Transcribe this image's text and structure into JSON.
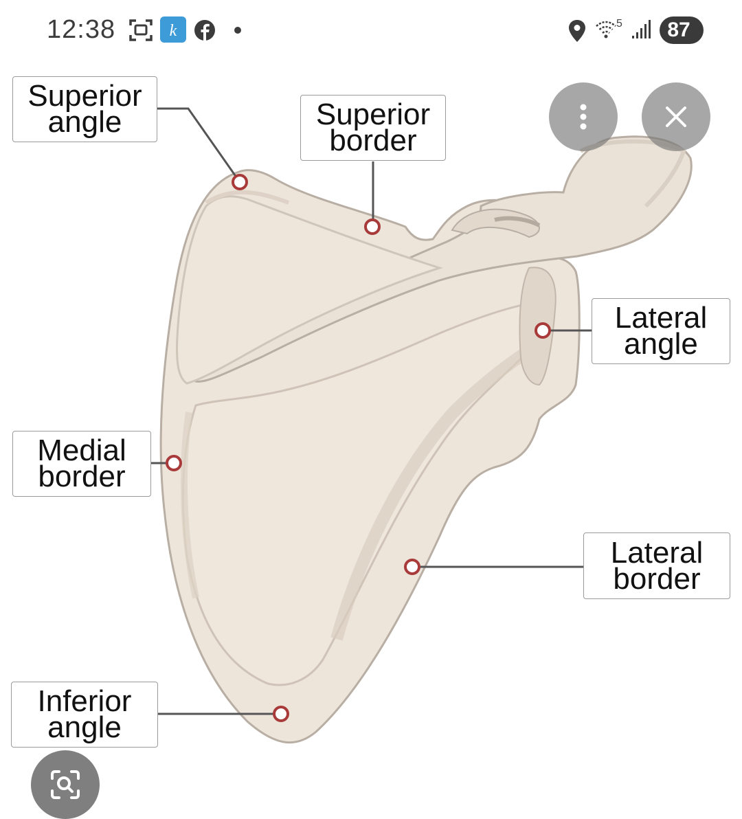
{
  "status_bar": {
    "time": "12:38",
    "wifi_badge": "5",
    "battery": "87",
    "icons": [
      "screenshot-icon",
      "kindle-app-icon",
      "facebook-icon",
      "notification-dot-icon",
      "location-icon",
      "wifi-icon",
      "signal-icon",
      "battery-icon"
    ]
  },
  "diagram": {
    "labels": {
      "superior_angle": {
        "line1": "Superior",
        "line2": "angle"
      },
      "superior_border": {
        "line1": "Superior",
        "line2": "border"
      },
      "lateral_angle": {
        "line1": "Lateral",
        "line2": "angle"
      },
      "medial_border": {
        "line1": "Medial",
        "line2": "border"
      },
      "lateral_border": {
        "line1": "Lateral",
        "line2": "border"
      },
      "inferior_angle": {
        "line1": "Inferior",
        "line2": "angle"
      }
    },
    "colors": {
      "bone_fill": "#ede4da",
      "bone_outline": "#bdb3a8",
      "marker": "#a83a3a",
      "leader_line": "#555555"
    }
  },
  "overlay": {
    "more_button": "more-options-icon",
    "close_button": "close-icon",
    "lens_button": "lens-search-icon"
  }
}
